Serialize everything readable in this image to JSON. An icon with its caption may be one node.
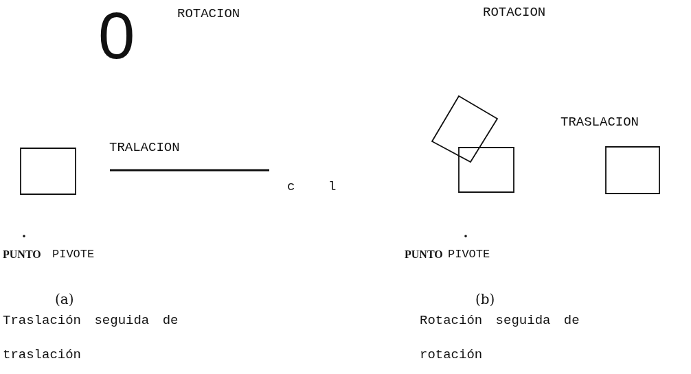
{
  "diagram": {
    "nodes": [
      {
        "text": [],
        "shape": "box"
      },
      {
        "text": [],
        "shape": "box"
      },
      {
        "text": [],
        "shape": "box"
      },
      {
        "text": [],
        "shape": "box"
      }
    ],
    "labels": [
      "0",
      "ROTACION",
      "ROTACION",
      "TRASLACION",
      "TRALACION",
      "c",
      "l",
      "PUNTO",
      "PIVOTE",
      "PUNTO",
      "PIVOTE",
      "(a)",
      "(b)",
      "Traslación seguida de traslación",
      "Rotación seguida de rotación"
    ]
  }
}
